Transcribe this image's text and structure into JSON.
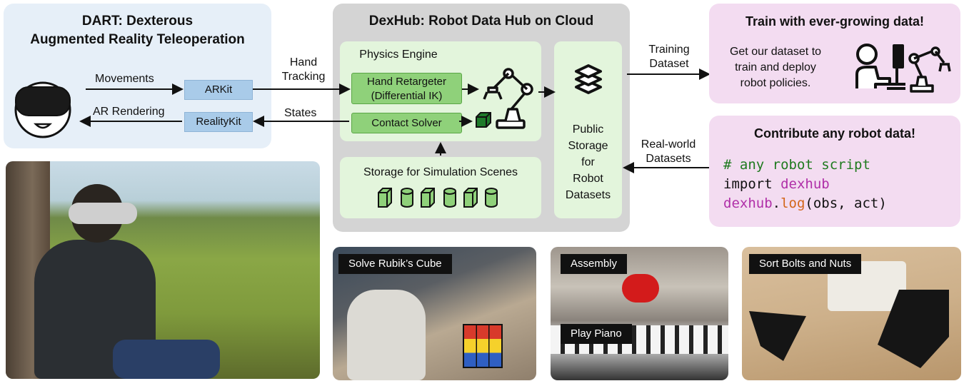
{
  "dart": {
    "title_line1": "DART:  Dexterous",
    "title_line2": "Augmented Reality Teleoperation",
    "movements": "Movements",
    "ar_rendering": "AR Rendering",
    "arkit": "ARKit",
    "realitykit": "RealityKit"
  },
  "mid": {
    "hand_tracking_1": "Hand",
    "hand_tracking_2": "Tracking",
    "states": "States"
  },
  "hub": {
    "title": "DexHub:  Robot Data Hub on Cloud",
    "physics_engine": "Physics Engine",
    "hand_retargeter_1": "Hand Retargeter",
    "hand_retargeter_2": "(Differential IK)",
    "contact_solver": "Contact Solver",
    "storage_sim": "Storage for Simulation Scenes",
    "public_storage": [
      "Public",
      "Storage",
      "for",
      "Robot",
      "Datasets"
    ]
  },
  "arrows": {
    "training_1": "Training",
    "training_2": "Dataset",
    "realworld_1": "Real-world",
    "realworld_2": "Datasets"
  },
  "train": {
    "title": "Train with ever-growing data!",
    "lines": [
      "Get our dataset to",
      "train and deploy",
      "robot policies."
    ]
  },
  "contribute": {
    "title": "Contribute any robot data!",
    "code_comment": "# any robot script",
    "code_import_kw": "import",
    "code_import_mod": "dexhub",
    "code_call_obj": "dexhub",
    "code_call_dot": ".",
    "code_call_fn": "log",
    "code_call_args": "(obs, act)"
  },
  "photos": {
    "rubik": "Solve Rubik’s Cube",
    "assembly": "Assembly",
    "piano": "Play Piano",
    "bolts": "Sort Bolts and Nuts"
  },
  "colors": {
    "dart_bg": "#e6eff8",
    "hub_bg": "#d4d4d4",
    "green_panel": "#e3f5dc",
    "pink_bg": "#f3dcf1",
    "code_comment": "#1f7a1f",
    "code_purple": "#b02fa8",
    "code_orange": "#d3661a"
  }
}
